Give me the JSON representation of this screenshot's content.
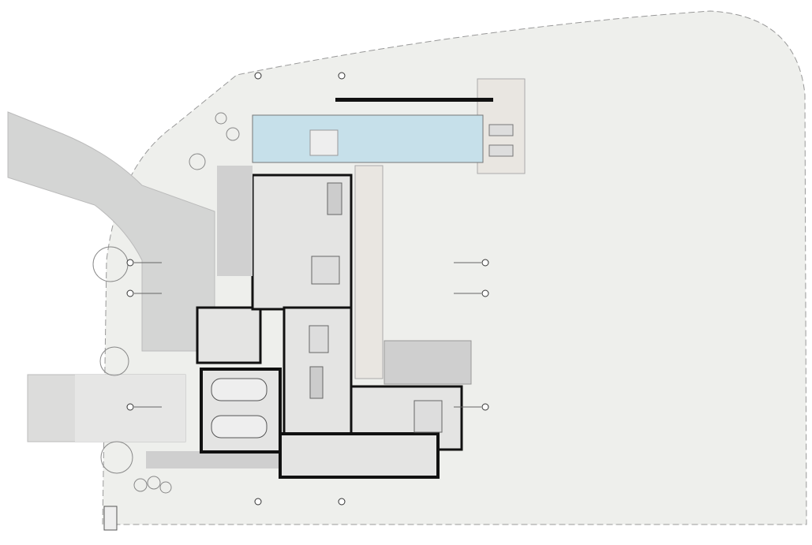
{
  "plan": {
    "colors": {
      "site": "#eeefec",
      "paving": "#d4d5d4",
      "interior": "#e4e4e3",
      "pool": "#c6e0ea",
      "deck": "#e9e6e1",
      "wall": "#111111",
      "line": "#888888"
    },
    "section_markers": [
      "north-top-left",
      "north-top-center",
      "south-bottom-left",
      "south-bottom-center",
      "east-1",
      "east-2",
      "east-3",
      "west-1",
      "west-2",
      "west-3"
    ]
  }
}
